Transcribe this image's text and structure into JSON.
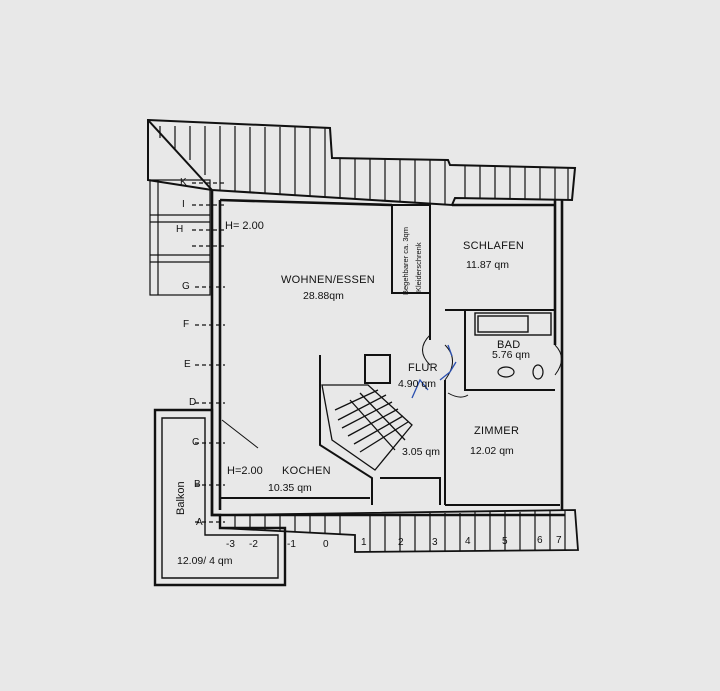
{
  "rooms": {
    "wohnen": {
      "name": "WOHNEN/ESSEN",
      "area": "28.88qm",
      "height": "H= 2.00"
    },
    "kochen": {
      "name": "KOCHEN",
      "area": "10.35 qm",
      "height": "H=2.00"
    },
    "schlafen": {
      "name": "SCHLAFEN",
      "area": "11.87 qm"
    },
    "bad": {
      "name": "BAD",
      "area": "5.76 qm"
    },
    "flur": {
      "name": "FLUR",
      "area": "4.90 qm"
    },
    "zimmer": {
      "name": "ZIMMER",
      "area": "12.02 qm"
    },
    "abstell": {
      "area": "3.05 qm"
    },
    "balkon": {
      "name": "Balkon",
      "area": "12.09/ 4 qm"
    }
  },
  "closet": {
    "line1": "Begehbarer ca. 3qm",
    "line2": "Kleiderschrenk"
  },
  "axis_letters": [
    "K",
    "I",
    "H",
    "G",
    "F",
    "E",
    "D",
    "C",
    "B",
    "A"
  ],
  "axis_numbers": [
    "-3",
    "-2",
    "-1",
    "0",
    "1",
    "2",
    "3",
    "4",
    "5",
    "6",
    "7"
  ]
}
